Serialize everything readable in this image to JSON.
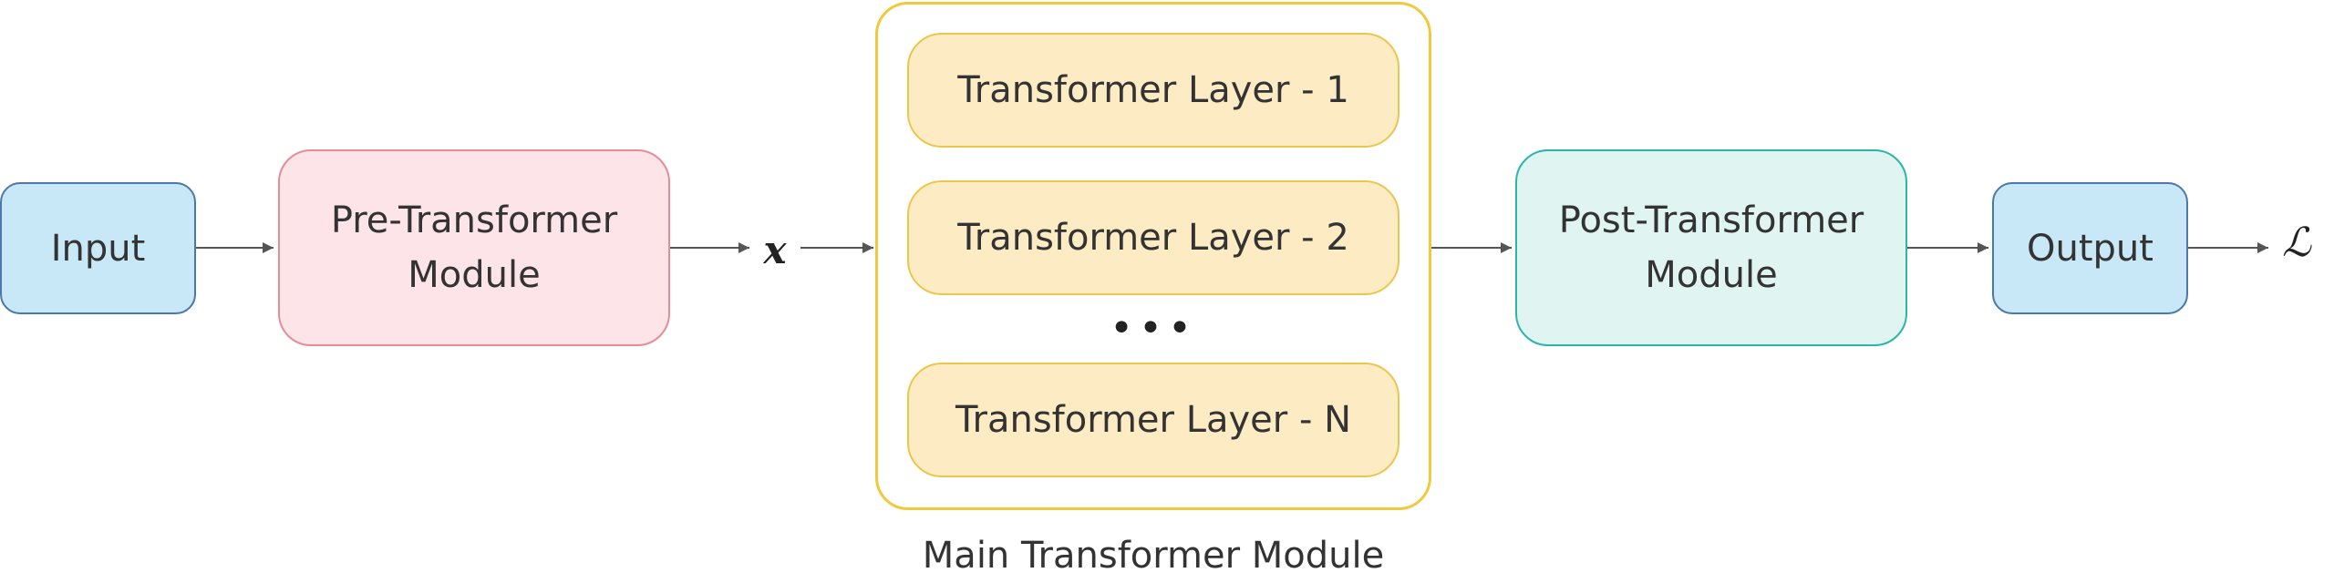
{
  "diagram": {
    "input": {
      "label": "Input"
    },
    "pre_transformer": {
      "line1": "Pre-Transformer",
      "line2": "Module"
    },
    "x_symbol": "𝒙",
    "main_module": {
      "caption": "Main Transformer Module",
      "layers": [
        "Transformer Layer - 1",
        "Transformer Layer - 2",
        "Transformer Layer - N"
      ],
      "ellipsis": "•••"
    },
    "post_transformer": {
      "line1": "Post-Transformer",
      "line2": "Module"
    },
    "output": {
      "label": "Output"
    },
    "loss_symbol": "ℒ"
  },
  "colors": {
    "io_fill": "#c9e8f7",
    "io_border": "#4a78a8",
    "pre_fill": "#fde4e8",
    "pre_border": "#e58c97",
    "main_border": "#f0c93e",
    "layer_fill": "#fdebc4",
    "layer_border": "#ecc64a",
    "post_fill": "#e0f4f1",
    "post_border": "#2bb5a8",
    "arrow": "#555555"
  }
}
